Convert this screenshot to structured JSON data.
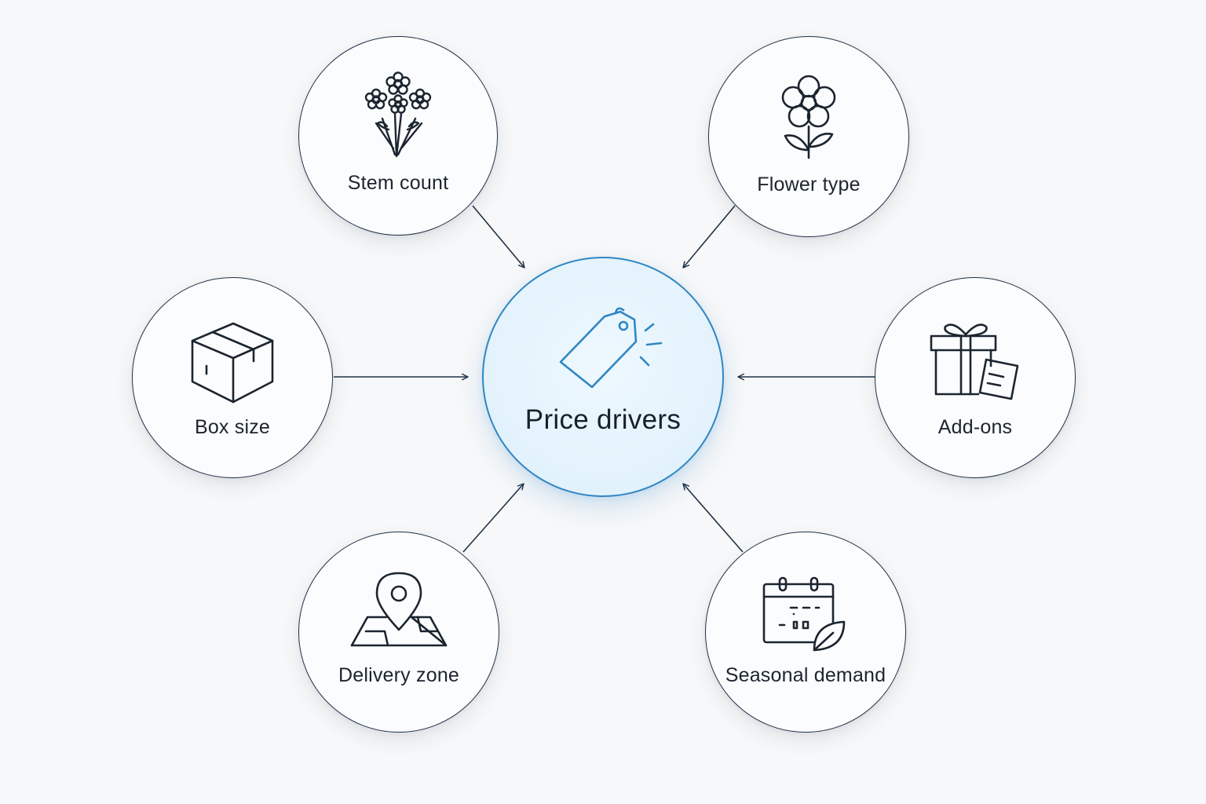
{
  "diagram": {
    "hub": {
      "label": "Price drivers",
      "icon": "price-tag-icon"
    },
    "nodes": [
      {
        "id": "stem-count",
        "label": "Stem count",
        "icon": "bouquet-icon"
      },
      {
        "id": "flower-type",
        "label": "Flower type",
        "icon": "flower-icon"
      },
      {
        "id": "box-size",
        "label": "Box size",
        "icon": "box-icon"
      },
      {
        "id": "add-ons",
        "label": "Add-ons",
        "icon": "gift-card-icon"
      },
      {
        "id": "delivery-zone",
        "label": "Delivery zone",
        "icon": "map-pin-icon"
      },
      {
        "id": "seasonal-demand",
        "label": "Seasonal demand",
        "icon": "calendar-leaf-icon"
      }
    ],
    "edges": [
      {
        "from": "stem-count",
        "to": "hub"
      },
      {
        "from": "flower-type",
        "to": "hub"
      },
      {
        "from": "box-size",
        "to": "hub"
      },
      {
        "from": "add-ons",
        "to": "hub"
      },
      {
        "from": "delivery-zone",
        "to": "hub"
      },
      {
        "from": "seasonal-demand",
        "to": "hub"
      }
    ],
    "colors": {
      "outline": "#1f3347",
      "hub_outline": "#2f86c2",
      "hub_fill": "#e2f2fc",
      "background": "#f7f8f9"
    }
  }
}
